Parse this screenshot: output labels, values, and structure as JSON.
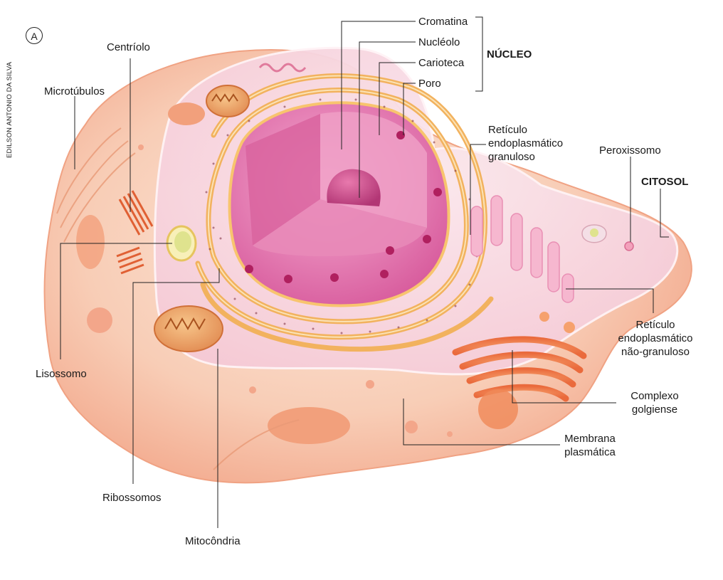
{
  "panel_letter": "A",
  "credit": "EDILSON ANTONIO DA SILVA",
  "labels": {
    "cromatina": "Cromatina",
    "nucleolo": "Nucléolo",
    "carioteca": "Carioteca",
    "poro": "Poro",
    "nucleo": "NÚCLEO",
    "centriolo": "Centríolo",
    "microtubulos": "Microtúbulos",
    "reticulo_granuloso": [
      "Retículo",
      "endoplasmático",
      "granuloso"
    ],
    "peroxissomo": "Peroxissomo",
    "citosol": "CITOSOL",
    "reticulo_nao_granuloso": [
      "Retículo",
      "endoplasmático",
      "não-granuloso"
    ],
    "complexo_golgiense": [
      "Complexo",
      "golgiense"
    ],
    "membrana_plasmatica": [
      "Membrana",
      "plasmática"
    ],
    "lisossomo": "Lisossomo",
    "ribossomos": "Ribossomos",
    "mitocondria": "Mitocôndria"
  },
  "colors": {
    "cell_body": "#f7c7b0",
    "cell_edge": "#f3a98a",
    "nucleus": "#e77bb4",
    "nucleus_dark": "#c94f8f",
    "reticulum": "#f2b25e",
    "leader_line": "#222222"
  }
}
